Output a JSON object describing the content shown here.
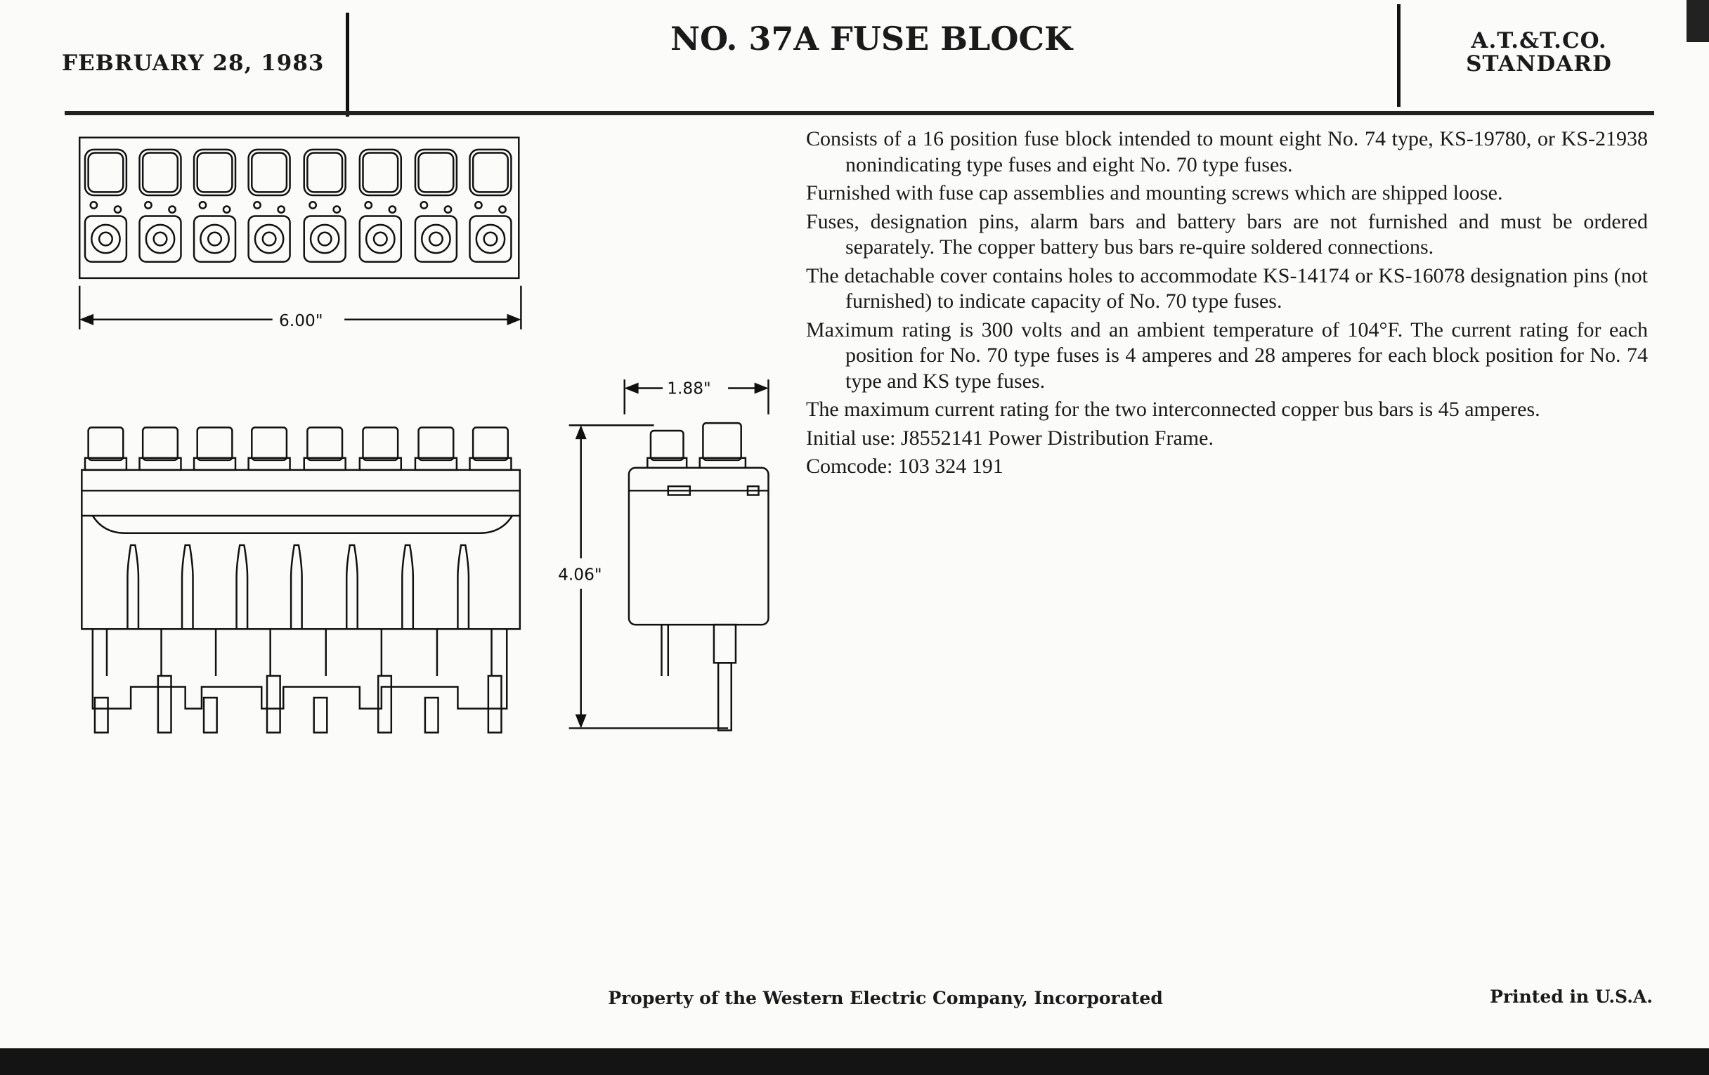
{
  "header": {
    "date": "FEBRUARY 28, 1983",
    "title": "NO. 37A FUSE BLOCK",
    "standard_line1": "A.T.&T.CO.",
    "standard_line2": "STANDARD"
  },
  "drawing": {
    "width_label": "6.00\"",
    "depth_label": "1.88\"",
    "height_label": "4.06\""
  },
  "paragraphs": [
    "Consists of a 16 position fuse block intended to mount eight No. 74 type, KS-19780, or KS-21938 nonindicating type fuses and eight No. 70 type fuses.",
    "Furnished with fuse cap assemblies and mounting screws which are shipped loose.",
    "Fuses, designation pins, alarm bars and battery bars are not furnished and must be ordered separately. The copper battery bus bars re-quire soldered connections.",
    "The detachable cover contains holes to accommodate KS-14174 or KS-16078 designation pins (not furnished) to indicate capacity of No. 70 type fuses.",
    "Maximum rating is 300 volts and an ambient temperature of 104°F. The current rating for each position for No. 70 type fuses is 4 amperes and 28 amperes for each block position for No. 74 type and KS type fuses.",
    "The maximum current rating for the two interconnected copper bus bars is 45 amperes.",
    "Initial use: J8552141 Power Distribution Frame.",
    "Comcode: 103 324 191"
  ],
  "footer": {
    "property": "Property of the Western Electric Company, Incorporated",
    "printed": "Printed in U.S.A."
  }
}
